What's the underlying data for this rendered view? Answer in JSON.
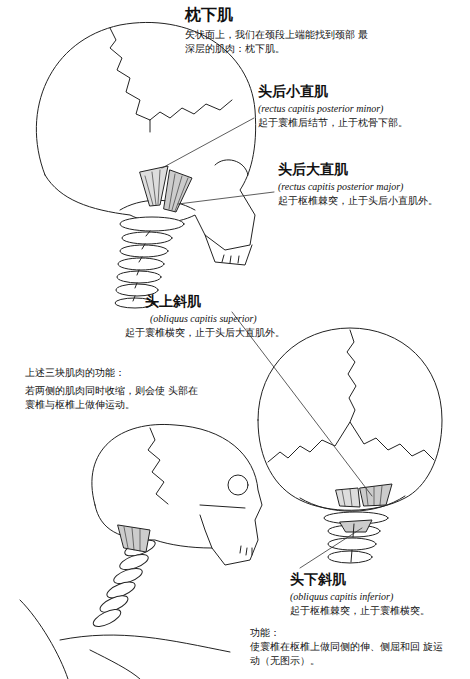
{
  "diagram": {
    "title": "枕下肌",
    "labels": [
      "矢状面上，我们在颈段上端能找到颈部 最深层的肌肉：枕下肌。",
      "头后小直肌",
      "(rectus capitis posterior minor)",
      "起于寰椎后结节，止于枕骨下部。",
      "头后大直肌",
      "(rectus capitis posterior major)",
      "起于枢椎棘突，止于头后小直肌外。",
      "头上斜肌",
      "(obliquus capitis superior)",
      "起于寰椎横突，止于头后大直肌外。",
      "上述三块肌肉的功能：",
      "若两侧的肌肉同时收缩，则会使 头部在寰椎与枢椎上做伸运动。",
      "头下斜肌",
      "(obliquus capitis inferior)",
      "起于枢椎棘突，止于寰椎横突。",
      "功能：",
      "使寰椎在枢椎上做同侧的伸、侧屈和回 旋运动（无图示）。"
    ]
  }
}
